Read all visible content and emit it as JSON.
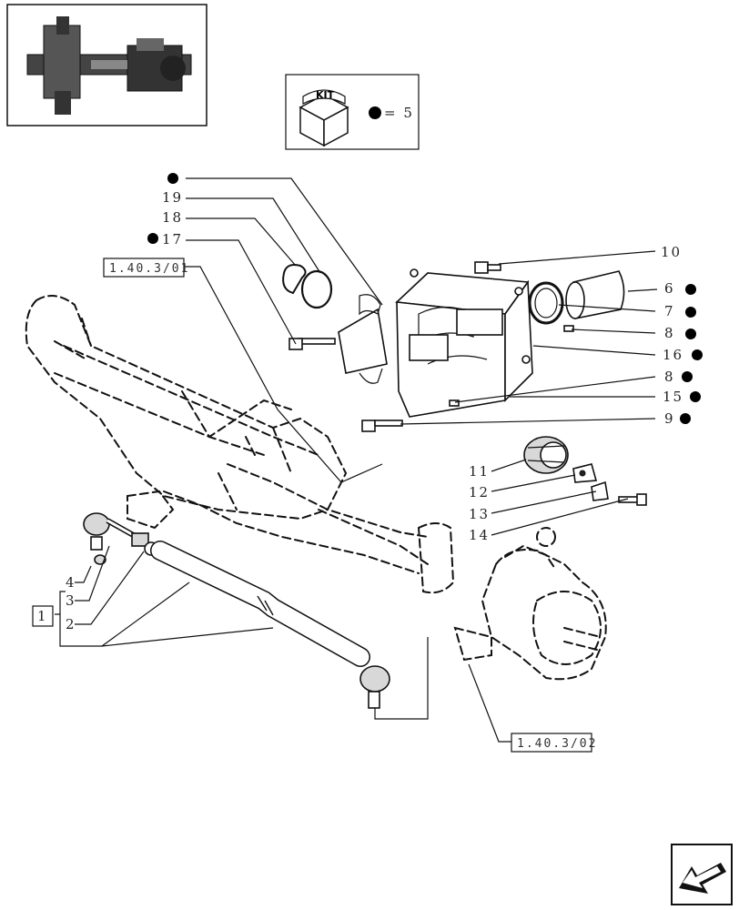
{
  "kit_box": {
    "label": "KIT",
    "legend": "= 5"
  },
  "references": {
    "ref_top": "1.40.3/01",
    "ref_bottom": "1.40.3/02"
  },
  "callouts": {
    "c19": "19",
    "c18": "18",
    "c17": "17",
    "c10": "10",
    "c6": "6",
    "c7": "7",
    "c8a": "8",
    "c16": "16",
    "c8b": "8",
    "c15": "15",
    "c9": "9",
    "c11": "11",
    "c12": "12",
    "c13": "13",
    "c14": "14",
    "c4": "4",
    "c3": "3",
    "c2": "2",
    "c1": "1"
  },
  "icons": {
    "navigation": "arrow-down-left-icon",
    "kit": "kit-cube-icon",
    "marker": "filled-dot-marker"
  }
}
